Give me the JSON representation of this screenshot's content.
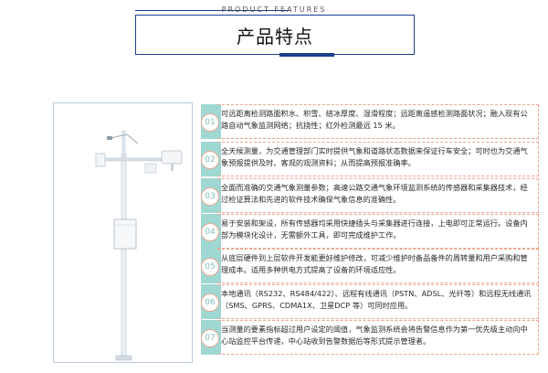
{
  "header": {
    "subtitle": "PRODUCT FEATURES",
    "title": "产品特点"
  },
  "product_image": {
    "description": "road weather station pole"
  },
  "features": [
    {
      "number": "01",
      "text": "可远距离检测路面积水、积雪、结冰厚度、湿滑程度；远距离遥感检测路面状况；融入现有公路自动气象监测网络；抗挠性；红外检测最远 15 米。"
    },
    {
      "number": "02",
      "text": "全天候测量，为交通管理部门实时提供气象和道路状态数据来保证行车安全；可时也为交通气象预报提供及时、客观的观测资料；从而提高预报准确率。"
    },
    {
      "number": "03",
      "text": "全面而准确的交通气象测量参数；高速公路交通气象环境监测系统的传感器和采集器技术，经过检证算法和先进的软件技术确保气象信息的准确性。"
    },
    {
      "number": "04",
      "text": "易于安装和架设，所有传感器均采用快捷插头与采集器进行连接，上电即可正常运行。设备内部为模块化设计，无需额外工具，即可完成维护工作。"
    },
    {
      "number": "05",
      "text": "从底层硬件到上层软件开发能更好维护修改，可减少维护时备品备件的周转量和用户采购和管理成本。适用多种供电方式提高了设备的环境适应性。"
    },
    {
      "number": "06",
      "text": "本地通讯（RS232、RS484/422）、远程有线通讯（PSTN、ADSL、光纤等）和远程无线通讯（SMS、GPRS、CDMA1X、卫星DCP 等）可同时应用。"
    },
    {
      "number": "07",
      "text": "当测量的要素指标超过用户设定的阈值，气象监测系统会将告警信息作为第一优先级主动向中心站监控平台传递，中心站收到告警数据后等形式提示管理者。"
    }
  ]
}
